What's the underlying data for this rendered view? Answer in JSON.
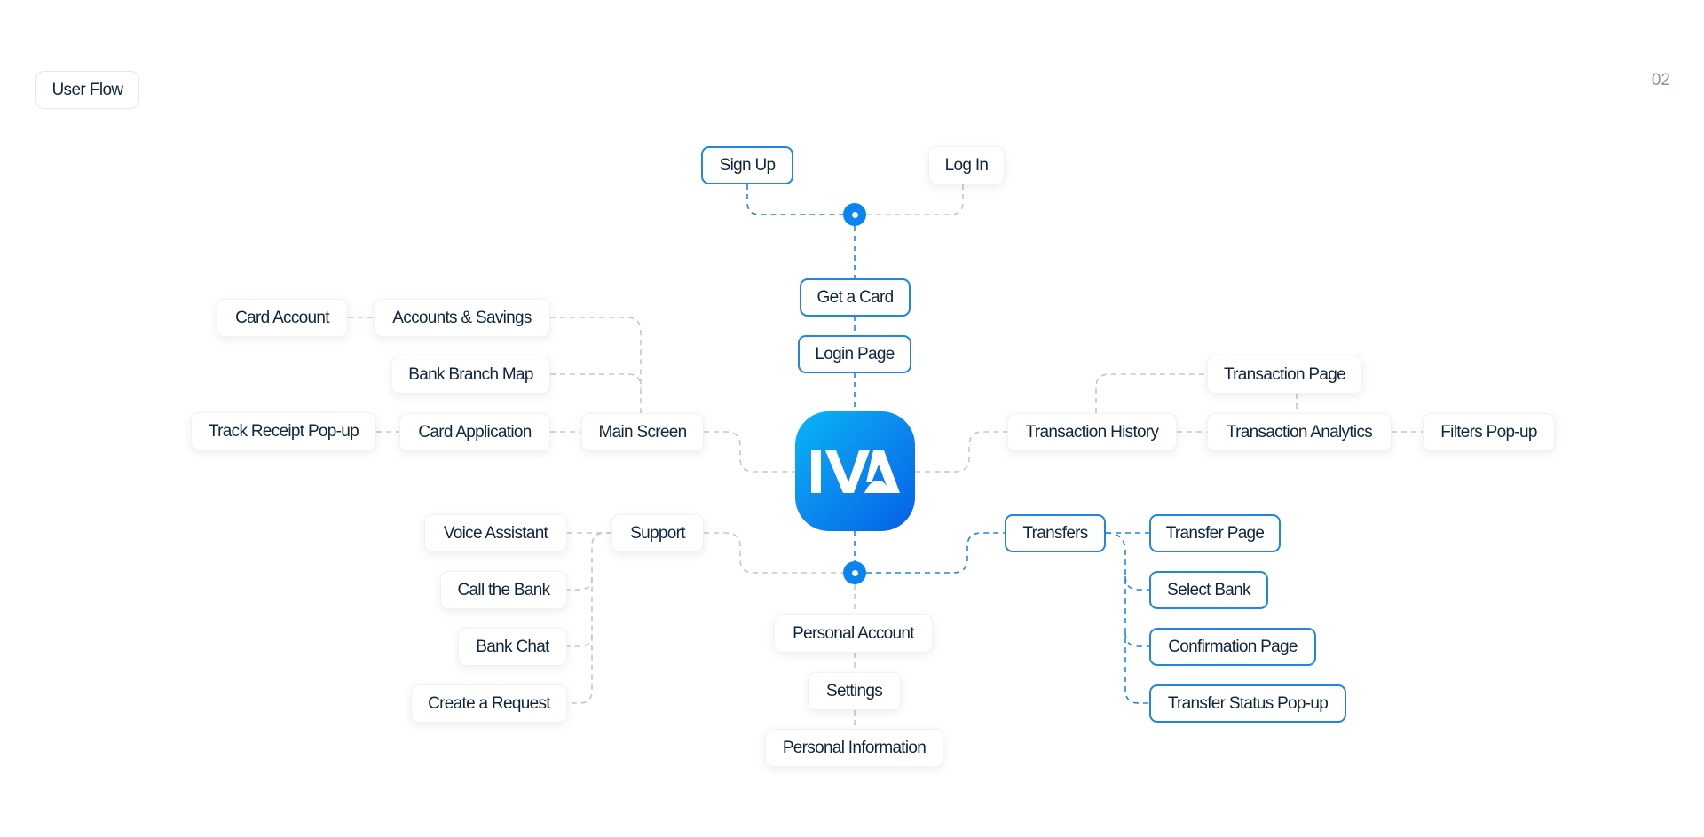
{
  "header": {
    "section_label": "User Flow",
    "page_number": "02"
  },
  "logo": {
    "text": "IVA",
    "icon": "app-logo-icon"
  },
  "colors": {
    "accent": "#0a84f2",
    "accent_border": "#2186e0",
    "connector_gray": "#c3c7cd",
    "text": "#0f2540"
  },
  "nodes": {
    "sign_up": "Sign Up",
    "log_in": "Log In",
    "get_a_card": "Get a Card",
    "login_page": "Login Page",
    "card_account": "Card Account",
    "accounts_savings": "Accounts & Savings",
    "bank_branch_map": "Bank Branch Map",
    "track_receipt_popup": "Track Receipt Pop-up",
    "card_application": "Card Application",
    "main_screen": "Main Screen",
    "transaction_history": "Transaction History",
    "transaction_page": "Transaction Page",
    "transaction_analytics": "Transaction Analytics",
    "filters_popup": "Filters Pop-up",
    "voice_assistant": "Voice Assistant",
    "support": "Support",
    "call_the_bank": "Call the Bank",
    "bank_chat": "Bank Chat",
    "create_a_request": "Create a Request",
    "personal_account": "Personal Account",
    "settings": "Settings",
    "personal_information": "Personal Information",
    "transfers": "Transfers",
    "transfer_page": "Transfer Page",
    "select_bank": "Select Bank",
    "confirmation_page": "Confirmation Page",
    "transfer_status_popup": "Transfer Status Pop-up"
  },
  "highlighted_path": [
    "Sign Up",
    "Get a Card",
    "Login Page",
    "Transfers",
    "Transfer Page",
    "Select Bank",
    "Confirmation Page",
    "Transfer Status Pop-up"
  ]
}
